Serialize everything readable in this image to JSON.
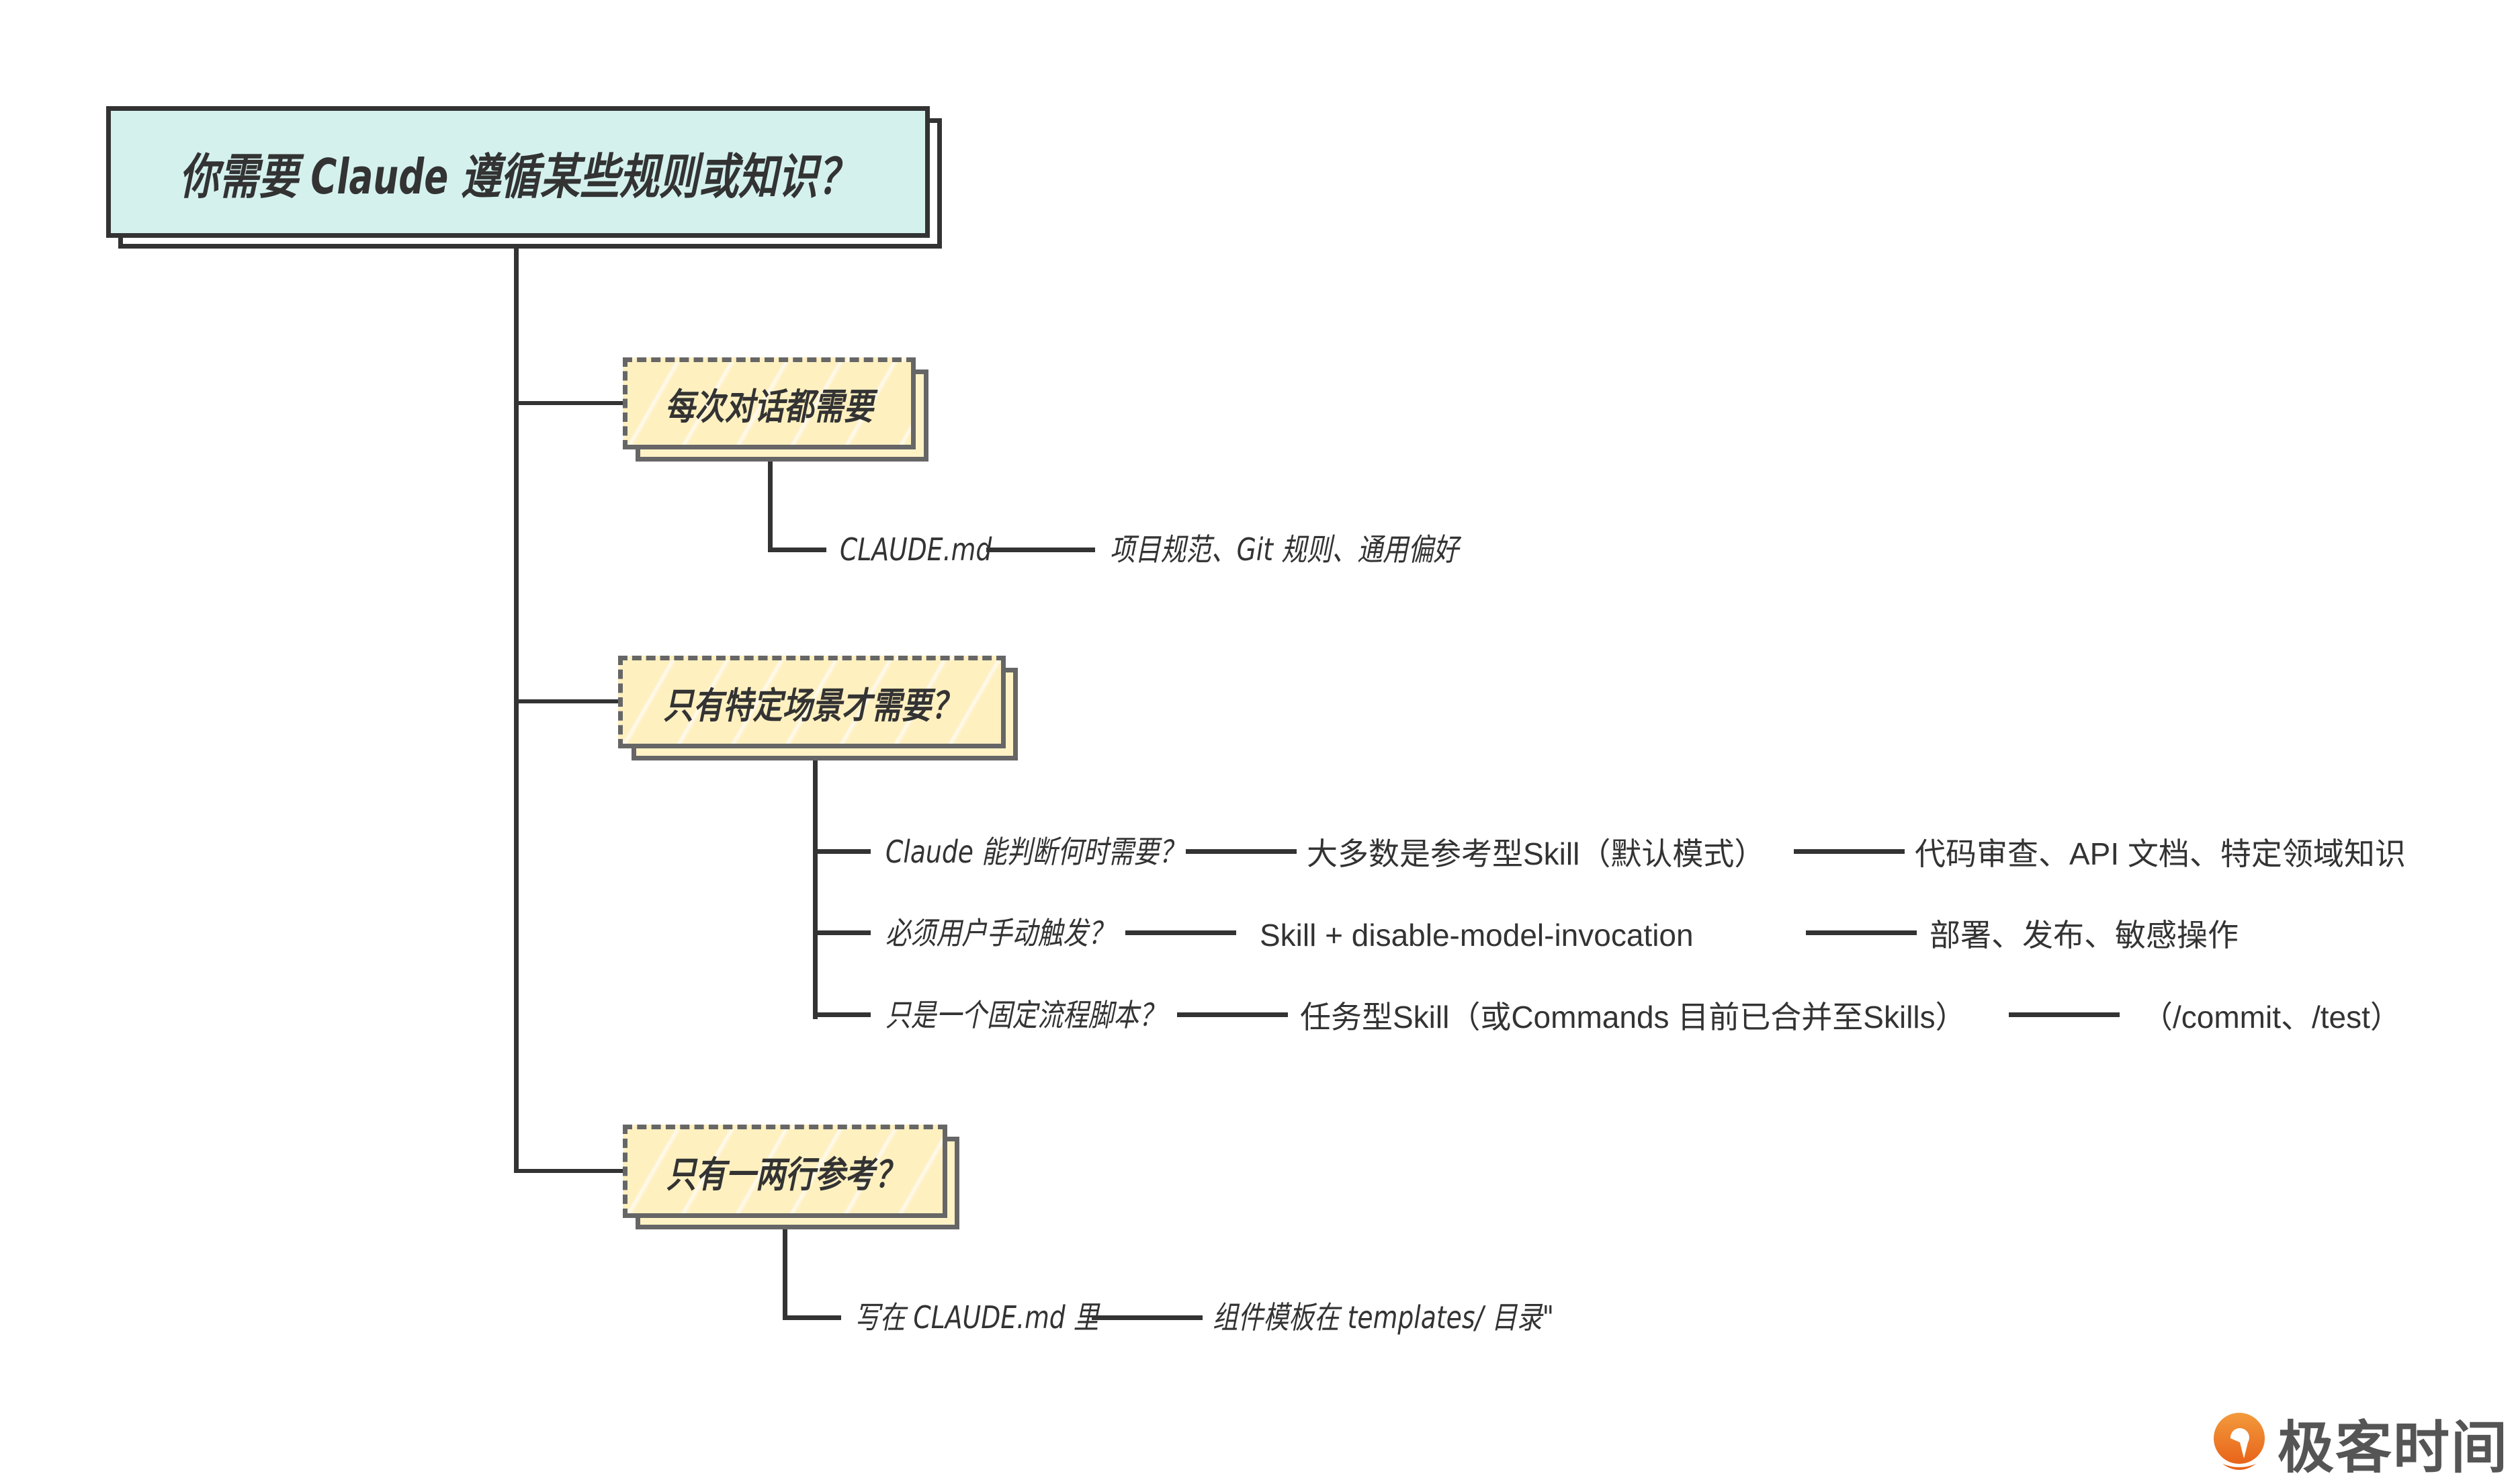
{
  "diagram": {
    "root": {
      "label": "你需要 Claude 遵循某些规则或知识？",
      "fill_color": "#d4f1ee"
    },
    "categories": [
      {
        "label": "每次对话都需要",
        "children": [
          {
            "condition": "CLAUDE.md",
            "examples": "项目规范、Git 规则、通用偏好"
          }
        ]
      },
      {
        "label": "只有特定场景才需要？",
        "children": [
          {
            "condition": "Claude 能判断何时需要？",
            "solution": "大多数是参考型Skill（默认模式）",
            "examples": "代码审查、API 文档、特定领域知识"
          },
          {
            "condition": "必须用户手动触发？",
            "solution": "Skill + disable-model-invocation",
            "examples": "部署、发布、敏感操作"
          },
          {
            "condition": "只是一个固定流程脚本？",
            "solution": "任务型Skill（或Commands 目前已合并至Skills）",
            "examples": "（/commit、/test）"
          }
        ]
      },
      {
        "label": "只有一两行参考？",
        "children": [
          {
            "condition": "写在 CLAUDE.md 里",
            "examples": "组件模板在 templates/ 目录\""
          }
        ]
      }
    ],
    "category_fill_color": "#fff0c0",
    "line_color": "#333333"
  },
  "brand": {
    "logo_text": "极客时间",
    "logo_color": "#f07a1c"
  }
}
